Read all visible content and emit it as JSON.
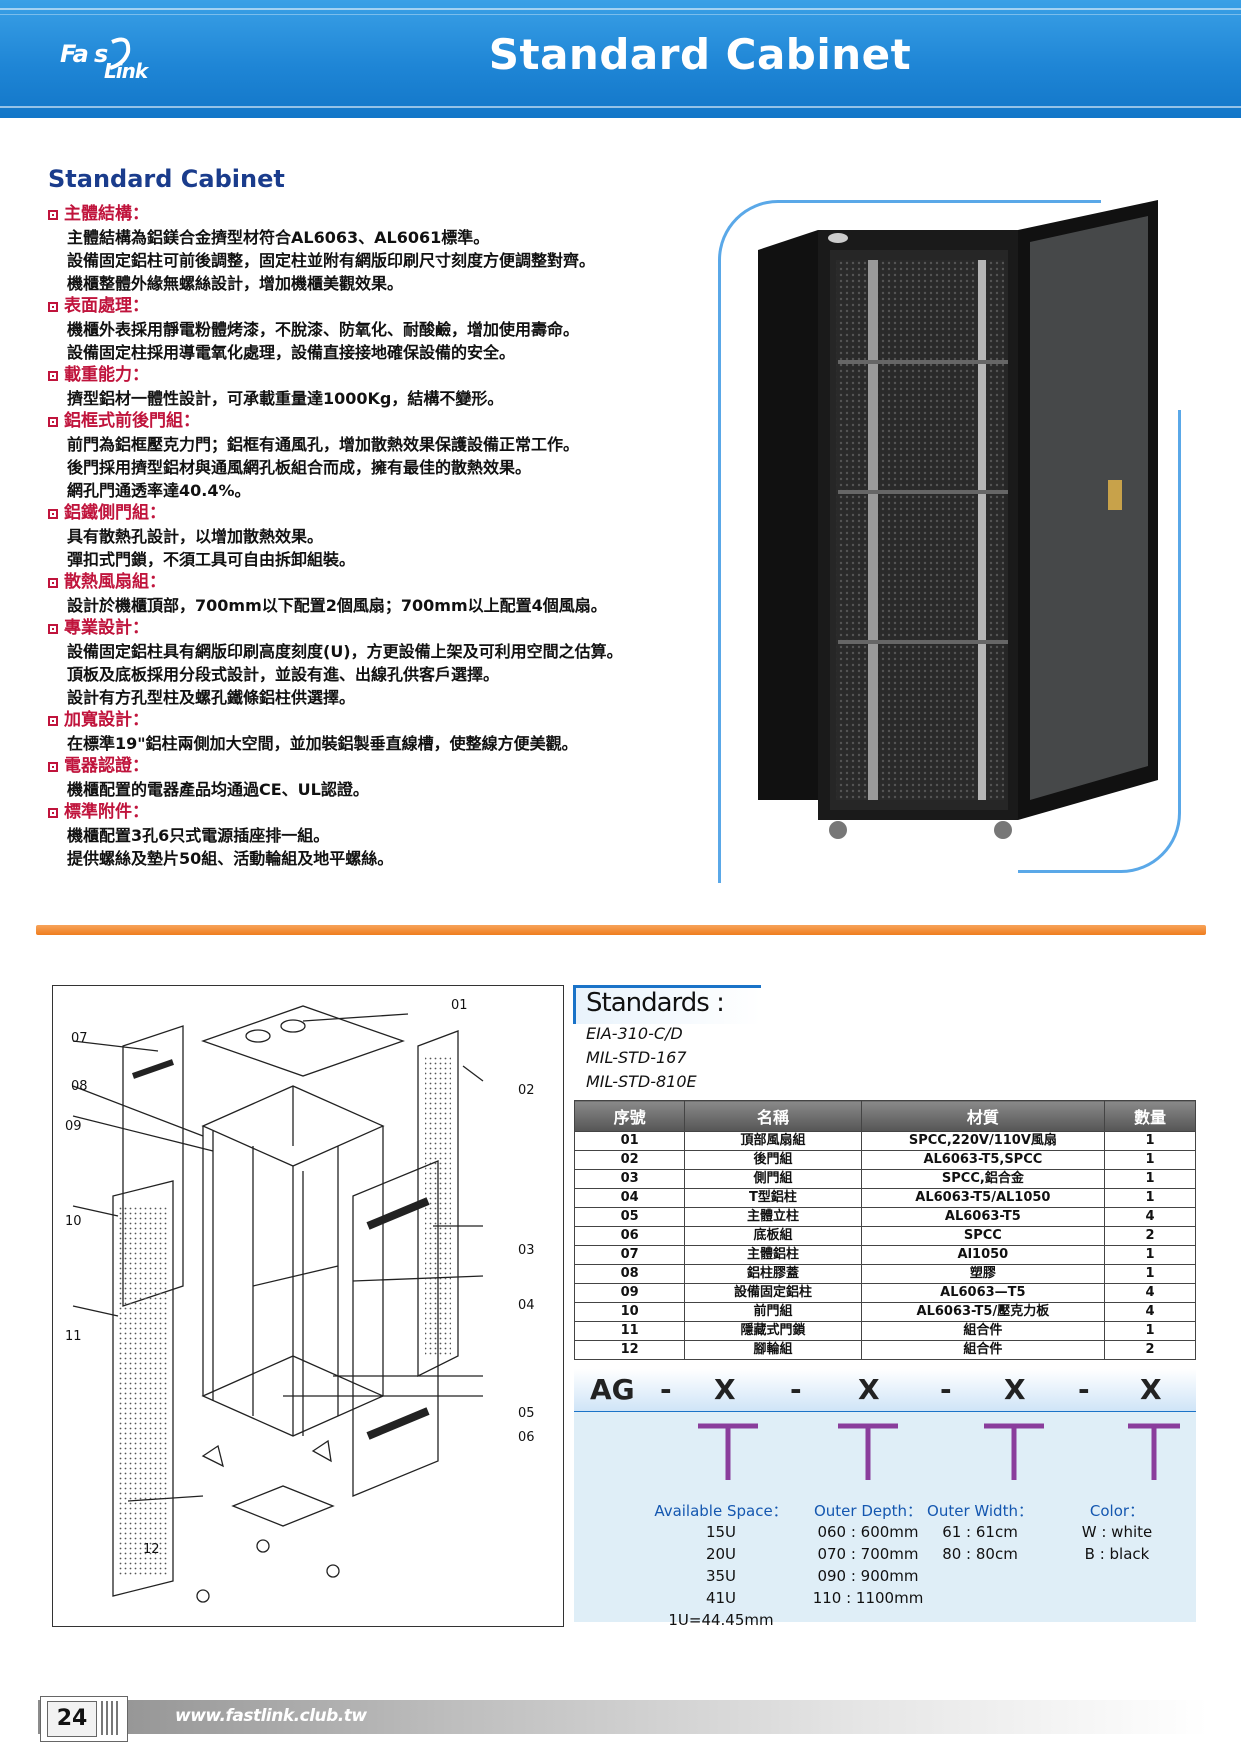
{
  "header": {
    "logo": "FastLink",
    "title": "Standard Cabinet"
  },
  "intro": {
    "section_title": "Standard Cabinet",
    "features": [
      {
        "heading": "主體結構：",
        "lines": [
          "主體結構為鋁鎂合金擠型材符合AL6063、AL6061標準。",
          "設備固定鋁柱可前後調整，固定柱並附有網版印刷尺寸刻度方便調整對齊。",
          "機櫃整體外緣無螺絲設計，增加機櫃美觀效果。"
        ]
      },
      {
        "heading": "表面處理：",
        "lines": [
          "機櫃外表採用靜電粉體烤漆，不脫漆、防氧化、耐酸鹼，增加使用壽命。",
          "設備固定柱採用導電氧化處理，設備直接接地確保設備的安全。"
        ]
      },
      {
        "heading": "載重能力：",
        "lines": [
          "擠型鋁材一體性設計，可承載重量達1000Kg，結構不變形。"
        ]
      },
      {
        "heading": "鋁框式前後門組：",
        "lines": [
          "前門為鋁框壓克力門；鋁框有通風孔，增加散熱效果保護設備正常工作。",
          "後門採用擠型鋁材與通風網孔板組合而成，擁有最佳的散熱效果。",
          "網孔門通透率達40.4%。"
        ]
      },
      {
        "heading": "鋁鐵側門組：",
        "lines": [
          "具有散熱孔設計，以增加散熱效果。",
          "彈扣式門鎖，不須工具可自由拆卸組裝。"
        ]
      },
      {
        "heading": "散熱風扇組：",
        "lines": [
          "設計於機櫃頂部，700mm以下配置2個風扇；700mm以上配置4個風扇。"
        ]
      },
      {
        "heading": "專業設計：",
        "lines": [
          "設備固定鋁柱具有網版印刷高度刻度(U)，方更設備上架及可利用空間之估算。",
          "頂板及底板採用分段式設計，並設有進、出線孔供客戶選擇。",
          "設計有方孔型柱及螺孔鐵條鋁柱供選擇。"
        ]
      },
      {
        "heading": "加寬設計：",
        "lines": [
          "在標準19\"鋁柱兩側加大空間，並加裝鋁製垂直線槽，使整線方便美觀。"
        ]
      },
      {
        "heading": "電器認證：",
        "lines": [
          "機櫃配置的電器產品均通過CE、UL認證。"
        ]
      },
      {
        "heading": "標準附件：",
        "lines": [
          "機櫃配置3孔6只式電源插座排一組。",
          "提供螺絲及墊片50組、活動輪組及地平螺絲。"
        ]
      }
    ]
  },
  "diagram": {
    "callouts": [
      "01",
      "02",
      "03",
      "04",
      "05",
      "06",
      "07",
      "08",
      "09",
      "10",
      "11",
      "12"
    ]
  },
  "standards": {
    "title": "Standards :",
    "items": [
      "EIA-310-C/D",
      "MIL-STD-167",
      "MIL-STD-810E"
    ]
  },
  "parts_table": {
    "headers": [
      "序號",
      "名稱",
      "材質",
      "數量"
    ],
    "rows": [
      [
        "01",
        "頂部風扇組",
        "SPCC,220V/110V風扇",
        "1"
      ],
      [
        "02",
        "後門組",
        "AL6063-T5,SPCC",
        "1"
      ],
      [
        "03",
        "側門組",
        "SPCC,鋁合金",
        "1"
      ],
      [
        "04",
        "T型鋁柱",
        "AL6063-T5/AL1050",
        "1"
      ],
      [
        "05",
        "主體立柱",
        "AL6063-T5",
        "4"
      ],
      [
        "06",
        "底板組",
        "SPCC",
        "2"
      ],
      [
        "07",
        "主體鋁柱",
        "Al1050",
        "1"
      ],
      [
        "08",
        "鋁柱膠蓋",
        "塑膠",
        "1"
      ],
      [
        "09",
        "設備固定鋁柱",
        "AL6063—T5",
        "4"
      ],
      [
        "10",
        "前門組",
        "AL6063-T5/壓克力板",
        "4"
      ],
      [
        "11",
        "隱藏式門鎖",
        "組合件",
        "1"
      ],
      [
        "12",
        "腳輪組",
        "組合件",
        "2"
      ]
    ]
  },
  "model_code": {
    "prefix": "AG",
    "sep": "-",
    "slot": "X",
    "groups": [
      {
        "head": "Available Space：",
        "options": [
          "15U",
          "20U",
          "35U",
          "41U",
          "1U=44.45mm"
        ]
      },
      {
        "head": "Outer Depth：",
        "options": [
          "060 : 600mm",
          "070 : 700mm",
          "090 : 900mm",
          "110 : 1100mm"
        ]
      },
      {
        "head": "Outer Width：",
        "options": [
          "61 : 61cm",
          "80 : 80cm"
        ]
      },
      {
        "head": "Color：",
        "options": [
          "W : white",
          "B : black"
        ]
      }
    ]
  },
  "footer": {
    "page_number": "24",
    "url": "www.fastlink.club.tw"
  },
  "colors": {
    "header_blue": "#1f86d6",
    "accent_red": "#c0143c",
    "divider_orange": "#ef7d1e",
    "code_purple": "#8a3d9c",
    "title_navy": "#1a3c8c"
  }
}
